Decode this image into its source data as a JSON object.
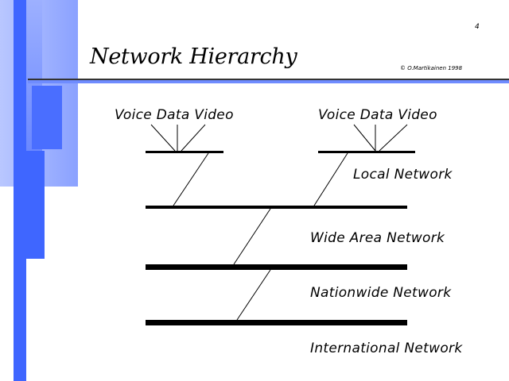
{
  "slide": {
    "title": "Network Hierarchy",
    "copyright": "© O.Martikainen 1998",
    "page_number": "4"
  },
  "diagram": {
    "endpoints_left": "Voice Data Video",
    "endpoints_right": "Voice Data Video",
    "levels": [
      {
        "label": "Local Network"
      },
      {
        "label": "Wide Area Network"
      },
      {
        "label": "Nationwide Network"
      },
      {
        "label": "International Network"
      }
    ]
  },
  "colors": {
    "accent_blue": "#3f66ff",
    "light_blue": "#a9bbff",
    "rule_blue": "#6f8cff"
  }
}
